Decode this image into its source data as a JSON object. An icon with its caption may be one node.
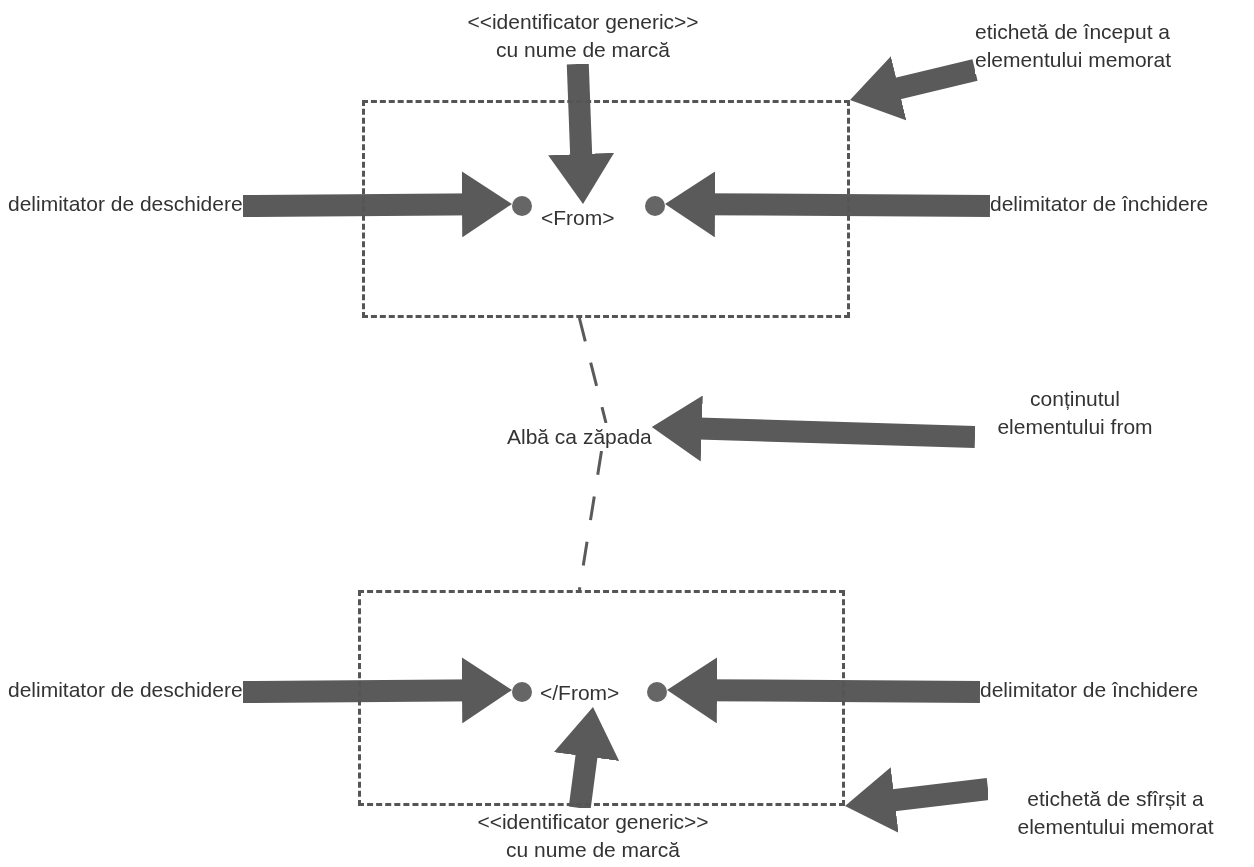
{
  "diagram": {
    "nodes": [
      {
        "text": [
          "<<identificator generic>> cu nume de marcă"
        ]
      },
      {
        "text": [
          "etichetă de început a elementului memorat"
        ]
      },
      {
        "text": [],
        "shape": "box"
      },
      {
        "text": [],
        "shape": "circle",
        "in": 2
      },
      {
        "text": [
          "<From>"
        ],
        "in": 2
      },
      {
        "text": [],
        "shape": "circle",
        "in": 2
      },
      {
        "text": [
          "delimitator de deschidere"
        ]
      },
      {
        "text": [
          "delimitator de închidere"
        ]
      },
      {
        "text": [
          "Albă ca zăpada"
        ]
      },
      {
        "text": [
          "conținutul elementului from"
        ]
      },
      {
        "text": [],
        "shape": "box"
      },
      {
        "text": [],
        "shape": "circle",
        "in": 10
      },
      {
        "text": [
          "</From>"
        ],
        "in": 10
      },
      {
        "text": [],
        "shape": "circle",
        "in": 10
      },
      {
        "text": [
          "delimitator de deschidere"
        ]
      },
      {
        "text": [
          "delimitator de închidere"
        ]
      },
      {
        "text": [
          "<<identificator generic>> cu nume de marcă"
        ]
      },
      {
        "text": [
          "etichetă de sfîrșit a elementului memorat"
        ]
      }
    ],
    "edges": [
      {
        "from": 0,
        "to": 4,
        "arrow": "to"
      },
      {
        "from": 1,
        "to": 2,
        "arrow": "to"
      },
      {
        "from": 6,
        "to": 3,
        "arrow": "to"
      },
      {
        "from": 7,
        "to": 5,
        "arrow": "to"
      },
      {
        "from": 9,
        "to": 8,
        "arrow": "to"
      },
      {
        "from": 2,
        "to": 8,
        "arrow": "none",
        "style": "dashed"
      },
      {
        "from": 8,
        "to": 10,
        "arrow": "none",
        "style": "dashed"
      },
      {
        "from": 14,
        "to": 11,
        "arrow": "to"
      },
      {
        "from": 15,
        "to": 13,
        "arrow": "to"
      },
      {
        "from": 16,
        "to": 12,
        "arrow": "to"
      },
      {
        "from": 17,
        "to": 10,
        "arrow": "to"
      }
    ]
  }
}
